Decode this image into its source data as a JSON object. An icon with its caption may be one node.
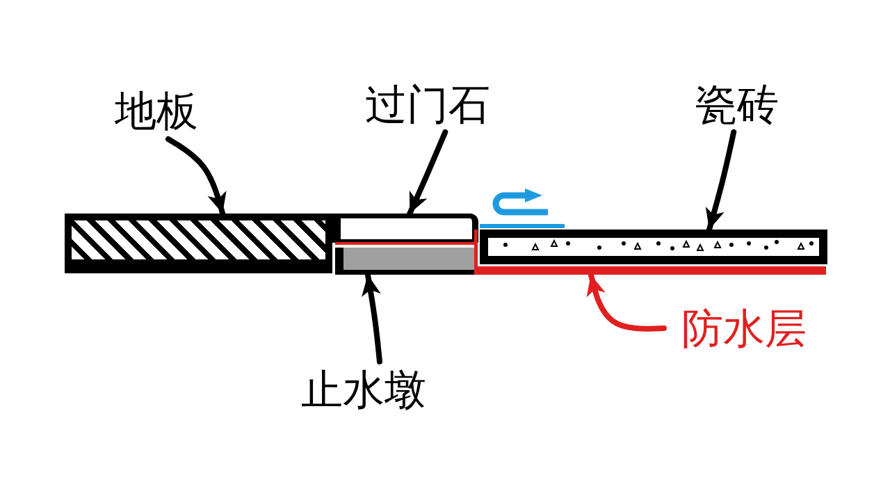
{
  "diagram": {
    "nodes": [
      {
        "text": [
          "地板"
        ]
      },
      {
        "text": [],
        "shape": "bar"
      },
      {
        "text": [
          "过门石"
        ]
      },
      {
        "text": [],
        "shape": "bar"
      },
      {
        "text": [
          "瓷砖"
        ]
      },
      {
        "text": [],
        "shape": "bar"
      },
      {
        "text": [
          "止水墩"
        ]
      },
      {
        "text": [],
        "shape": "bar"
      },
      {
        "text": [
          "防水层"
        ]
      },
      {
        "text": [],
        "shape": "bar"
      }
    ],
    "edges": [
      {
        "from": 0,
        "to": 1,
        "arrow": "to"
      },
      {
        "from": 2,
        "to": 3,
        "arrow": "to"
      },
      {
        "from": 4,
        "to": 5,
        "arrow": "to"
      },
      {
        "from": 6,
        "to": 7,
        "arrow": "to"
      },
      {
        "from": 8,
        "to": 9,
        "arrow": "to",
        "color": "#e02020"
      }
    ]
  }
}
